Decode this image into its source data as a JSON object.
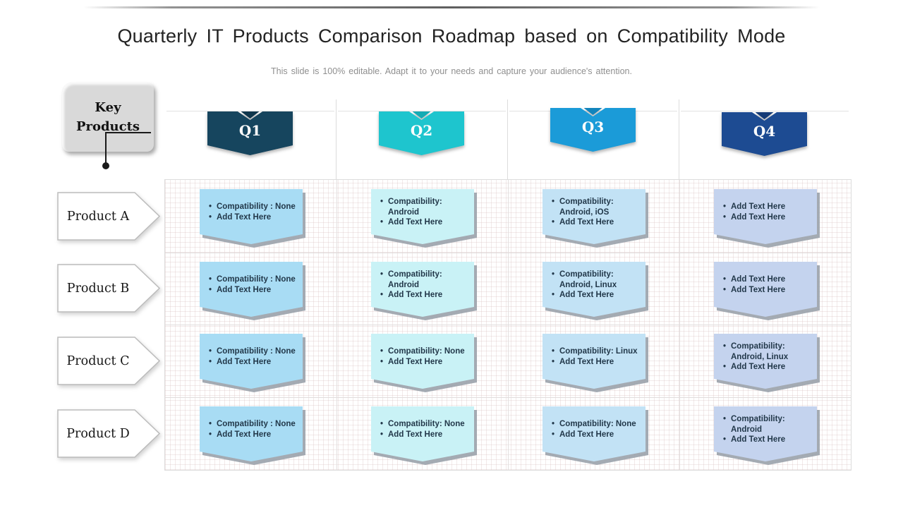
{
  "slide": {
    "title": "Quarterly IT Products Comparison Roadmap based on Compatibility Mode",
    "subtitle": "This slide is 100% editable. Adapt it to your needs and capture your audience's attention."
  },
  "key_products": {
    "label": "Key Products"
  },
  "bullet_char": "•",
  "quarters": [
    {
      "label": "Q1",
      "banner_color": "#16455e",
      "tip_color": "#0f364c",
      "cell_color": "#a8dcf4"
    },
    {
      "label": "Q2",
      "banner_color": "#1ec5ce",
      "tip_color": "#14abb4",
      "cell_color": "#c9f2f6"
    },
    {
      "label": "Q3",
      "banner_color": "#1b9bd8",
      "tip_color": "#1284bc",
      "cell_color": "#c2e2f5"
    },
    {
      "label": "Q4",
      "banner_color": "#1d4b92",
      "tip_color": "#143a76",
      "cell_color": "#c4d3ee"
    }
  ],
  "products": [
    {
      "label": "Product A",
      "cells": [
        [
          "Compatibility : None",
          "Add Text Here"
        ],
        [
          "Compatibility: Android",
          "Add Text Here"
        ],
        [
          "Compatibility: Android, iOS",
          "Add Text Here"
        ],
        [
          "Add Text Here",
          "Add Text Here"
        ]
      ]
    },
    {
      "label": "Product B",
      "cells": [
        [
          "Compatibility : None",
          "Add Text Here"
        ],
        [
          "Compatibility: Android",
          "Add Text Here"
        ],
        [
          "Compatibility: Android, Linux",
          "Add Text Here"
        ],
        [
          "Add Text Here",
          "Add Text Here"
        ]
      ]
    },
    {
      "label": "Product C",
      "cells": [
        [
          "Compatibility : None",
          "Add Text Here"
        ],
        [
          "Compatibility: None",
          "Add Text Here"
        ],
        [
          "Compatibility: Linux",
          "Add Text Here"
        ],
        [
          "Compatibility: Android, Linux",
          "Add Text Here"
        ]
      ]
    },
    {
      "label": "Product D",
      "cells": [
        [
          "Compatibility : None",
          "Add Text Here"
        ],
        [
          "Compatibility: None",
          "Add Text Here"
        ],
        [
          "Compatibility: None",
          "Add Text Here"
        ],
        [
          "Compatibility: Android",
          "Add Text Here"
        ]
      ]
    }
  ]
}
